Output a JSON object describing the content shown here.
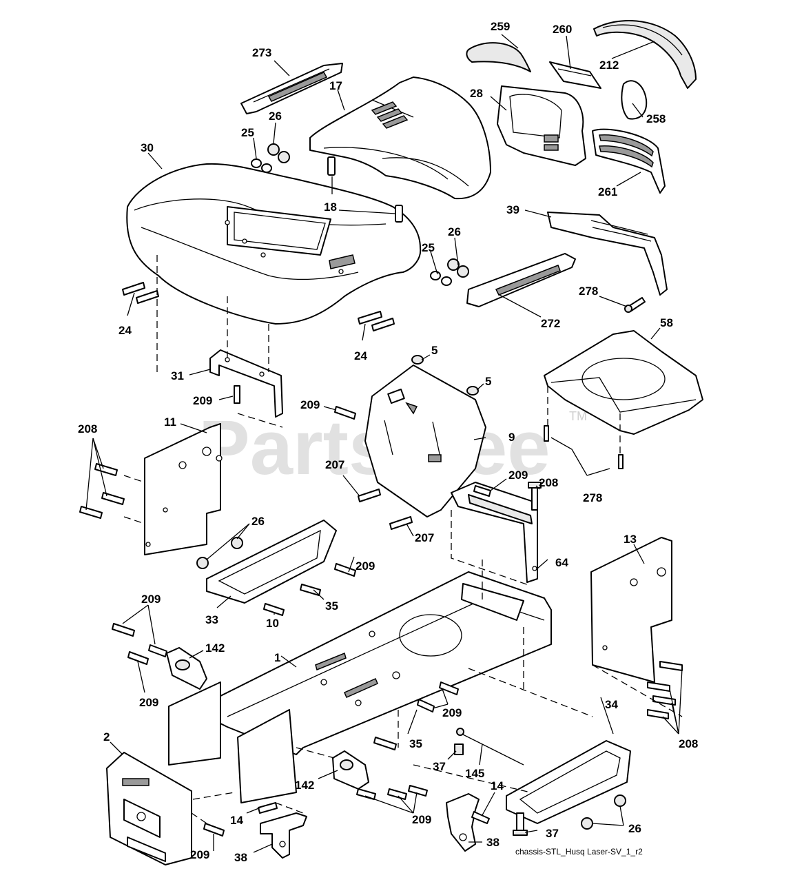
{
  "watermark": "PartsTree",
  "watermark_tm": "TM",
  "caption": "chassis-STL_Husq Laser-SV_1_r2",
  "callouts": {
    "c273": "273",
    "c259": "259",
    "c260": "260",
    "c212": "212",
    "c258": "258",
    "c17": "17",
    "c28": "28",
    "c26a": "26",
    "c25a": "25",
    "c30": "30",
    "c18": "18",
    "c261": "261",
    "c39": "39",
    "c26b": "26",
    "c25b": "25",
    "c24a": "24",
    "c24b": "24",
    "c278a": "278",
    "c272": "272",
    "c58": "58",
    "c5a": "5",
    "c5b": "5",
    "c31": "31",
    "c209a": "209",
    "c209b": "209",
    "c11": "11",
    "c208a": "208",
    "c9": "9",
    "c207a": "207",
    "c209c": "209",
    "c208b": "208",
    "c278b": "278",
    "c26c": "26",
    "c209d": "209",
    "c207b": "207",
    "c64": "64",
    "c13": "13",
    "c35a": "35",
    "c33": "33",
    "c10": "10",
    "c209e": "209",
    "c142a": "142",
    "c1": "1",
    "c209f": "209",
    "c209g": "209",
    "c34": "34",
    "c208c": "208",
    "c2": "2",
    "c35b": "35",
    "c37a": "37",
    "c145": "145",
    "c142b": "142",
    "c14a": "14",
    "c209h": "209",
    "c26d": "26",
    "c14b": "14",
    "c37b": "37",
    "c38a": "38",
    "c38b": "38",
    "c209i": "209"
  }
}
